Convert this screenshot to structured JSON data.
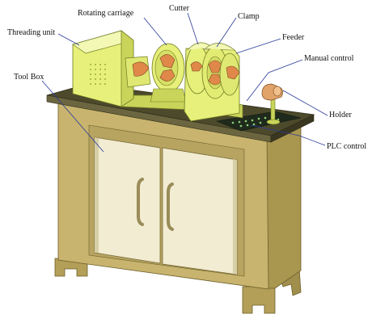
{
  "labels": {
    "threading_unit": "Threading unit",
    "rotating_carriage": "Rotating carriage",
    "cutter": "Cutter",
    "clamp": "Clamp",
    "feeder": "Feeder",
    "tool_box": "Tool Box",
    "manual_control": "Manual control",
    "holder": "Holder",
    "plc_control": "PLC control"
  },
  "colors": {
    "machine_yellow": "#e6f07a",
    "machine_shade": "#c9d45a",
    "copper": "#e0884a",
    "table_top": "#4d4a2c",
    "cabinet": "#c8b46e",
    "cabinet_dark": "#9c8a48",
    "door": "#f1ecd2",
    "leader_line": "#2b3a9a"
  }
}
